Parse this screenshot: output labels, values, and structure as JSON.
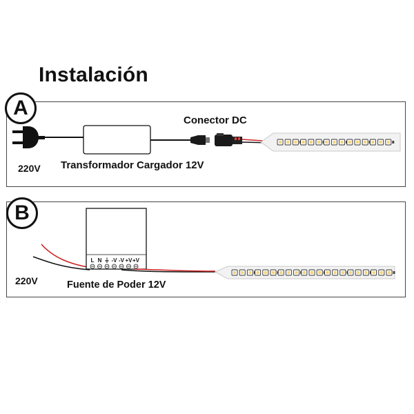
{
  "title": "Instalación",
  "panel_a": {
    "badge": "A",
    "voltage_label": "220V",
    "transformer_label": "Transformador Cargador 12V",
    "connector_label": "Conector DC",
    "plug_icon": "power-plug-icon",
    "transformer_icon": "power-adapter-icon",
    "connector_icon": "dc-connector-icon",
    "strip_icon": "led-strip-icon"
  },
  "panel_b": {
    "badge": "B",
    "voltage_label": "220V",
    "psu_label": "Fuente de Poder 12V",
    "terminals": [
      "L",
      "N",
      "⏚",
      "-V",
      "-V",
      "+V",
      "+V"
    ],
    "psu_icon": "power-supply-icon",
    "strip_icon": "led-strip-icon"
  },
  "colors": {
    "wire_black": "#111111",
    "wire_red": "#cc2222",
    "strip_base": "#f2f2f2",
    "led_warm": "#f3d27a",
    "connector_body": "#1a1a1a",
    "connector_tip": "#e04040"
  }
}
